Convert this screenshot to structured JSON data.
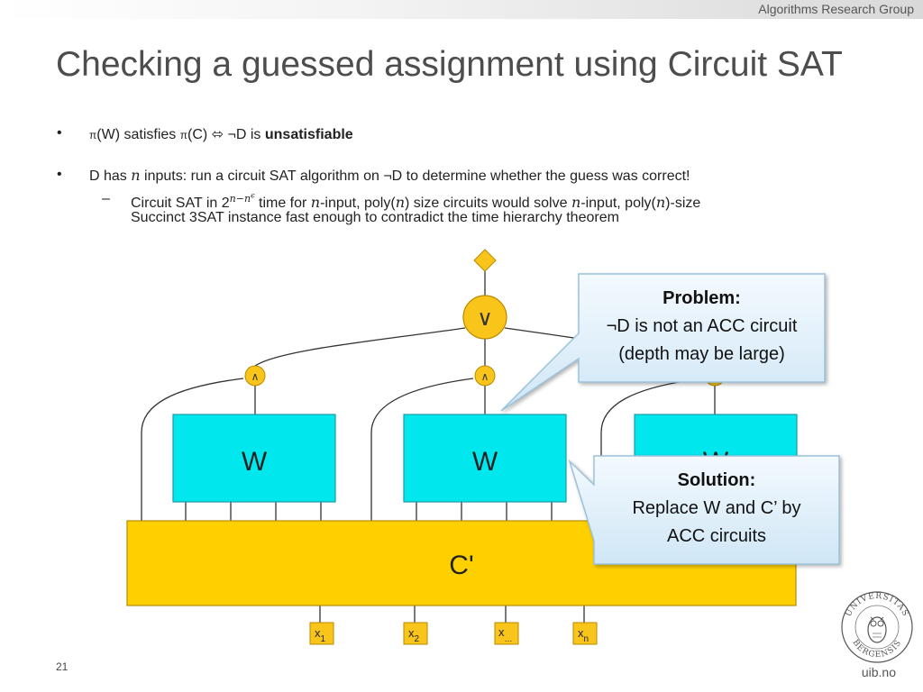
{
  "header": {
    "org": "Algorithms Research Group"
  },
  "title": "Checking a guessed assignment using Circuit SAT",
  "bullets": {
    "b1": {
      "pi1": "π",
      "w_text": "(W) satisfies ",
      "pi2": "π",
      "c_text": "(C) ⬄ ¬D is ",
      "bold": "unsatisfiable"
    },
    "b2": {
      "pre": "D has ",
      "n": "n",
      "post": " inputs: run a circuit SAT algorithm on ¬D to determine whether the guess was correct!"
    },
    "sub": {
      "l1_a": "Circuit SAT in 2",
      "l1_exp": "n−n",
      "l1_eps": "ϵ",
      "l1_b": " time for ",
      "l1_n1": "n",
      "l1_c": "-input, poly(",
      "l1_n2": "n",
      "l1_d": ") size circuits would solve ",
      "l1_n3": "n",
      "l1_e": "-input, poly(",
      "l1_n4": "n",
      "l1_f": ")-size",
      "l2": "Succinct 3SAT instance fast enough to contradict the time hierarchy theorem"
    }
  },
  "diagram": {
    "or_label": "∨",
    "and_label": "∧",
    "w_label": "W",
    "c_label": "C'",
    "inputs": {
      "x1_base": "x",
      "x1_sub": "1",
      "x2_base": "x",
      "x2_sub": "2",
      "xd_base": "x",
      "xd_sub": "…",
      "xn_base": "x",
      "xn_sub": "n"
    }
  },
  "callouts": {
    "problem": {
      "title": "Problem:",
      "line1": "¬D is not an ACC circuit",
      "line2": "(depth may be large)"
    },
    "solution": {
      "title": "Solution:",
      "line1": "Replace W and C’ by",
      "line2": "ACC circuits"
    }
  },
  "footer": {
    "page": "21",
    "url": "uib.no",
    "seal_text": "UNIVERSITAS BERGENSIS"
  },
  "colors": {
    "gate_yellow": "#f9c51a",
    "w_cyan": "#00e8ee",
    "c_yellow": "#ffd000",
    "callout_fill": "#e2f1fb",
    "callout_border": "#9cc3dc"
  }
}
